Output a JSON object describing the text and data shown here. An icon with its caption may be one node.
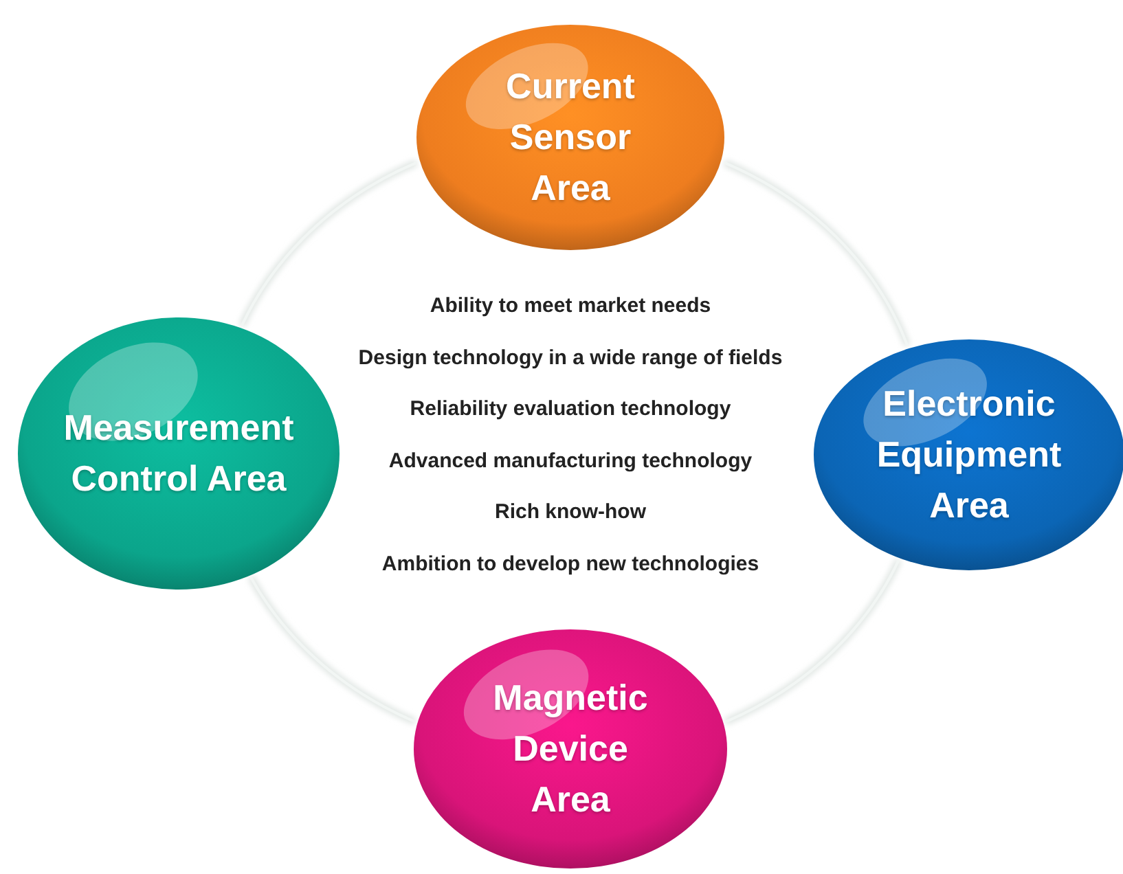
{
  "diagram": {
    "nodes": [
      {
        "text": [
          "Current Sensor Area"
        ]
      },
      {
        "text": [
          "Measurement Control Area"
        ]
      },
      {
        "text": [
          "Electronic Equipment Area"
        ]
      },
      {
        "text": [
          "Magnetic Device Area"
        ]
      }
    ],
    "edges": [
      {
        "from": 0,
        "to": 2,
        "arrow": "none"
      },
      {
        "from": 2,
        "to": 3,
        "arrow": "none"
      },
      {
        "from": 3,
        "to": 1,
        "arrow": "none"
      },
      {
        "from": 1,
        "to": 0,
        "arrow": "none"
      }
    ],
    "labels": [
      "Ability to meet market needs",
      "Design technology in a wide range of fields",
      "Reliability evaluation technology",
      "Advanced manufacturing technology",
      "Rich know-how",
      "Ambition to develop new technologies"
    ]
  }
}
